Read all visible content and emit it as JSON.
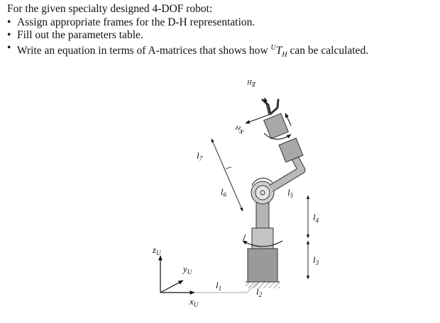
{
  "problem": {
    "intro": "For the given specialty designed 4-DOF robot:",
    "bullets": [
      "Assign appropriate frames for the D-H representation.",
      "Fill out the parameters table.",
      "Write an equation in terms of A-matrices that shows how"
    ],
    "bullet_tail": "can be calculated.",
    "transform_base": "T",
    "transform_sup": "U",
    "transform_sub": "H"
  },
  "figure": {
    "labels": {
      "zU": {
        "base": "z",
        "sub": "U"
      },
      "yU": {
        "base": "y",
        "sub": "U"
      },
      "xU": {
        "base": "x",
        "sub": "U"
      },
      "zH": {
        "base": "z",
        "sub": "H"
      },
      "xH": {
        "base": "x",
        "sub": "H"
      },
      "l1": {
        "base": "l",
        "sub": "1"
      },
      "l2": {
        "base": "l",
        "sub": "2"
      },
      "l3": {
        "base": "l",
        "sub": "3"
      },
      "l4": {
        "base": "l",
        "sub": "4"
      },
      "l5": {
        "base": "l",
        "sub": "5"
      },
      "l6": {
        "base": "l",
        "sub": "6"
      },
      "l7": {
        "base": "l",
        "sub": "7"
      }
    }
  }
}
